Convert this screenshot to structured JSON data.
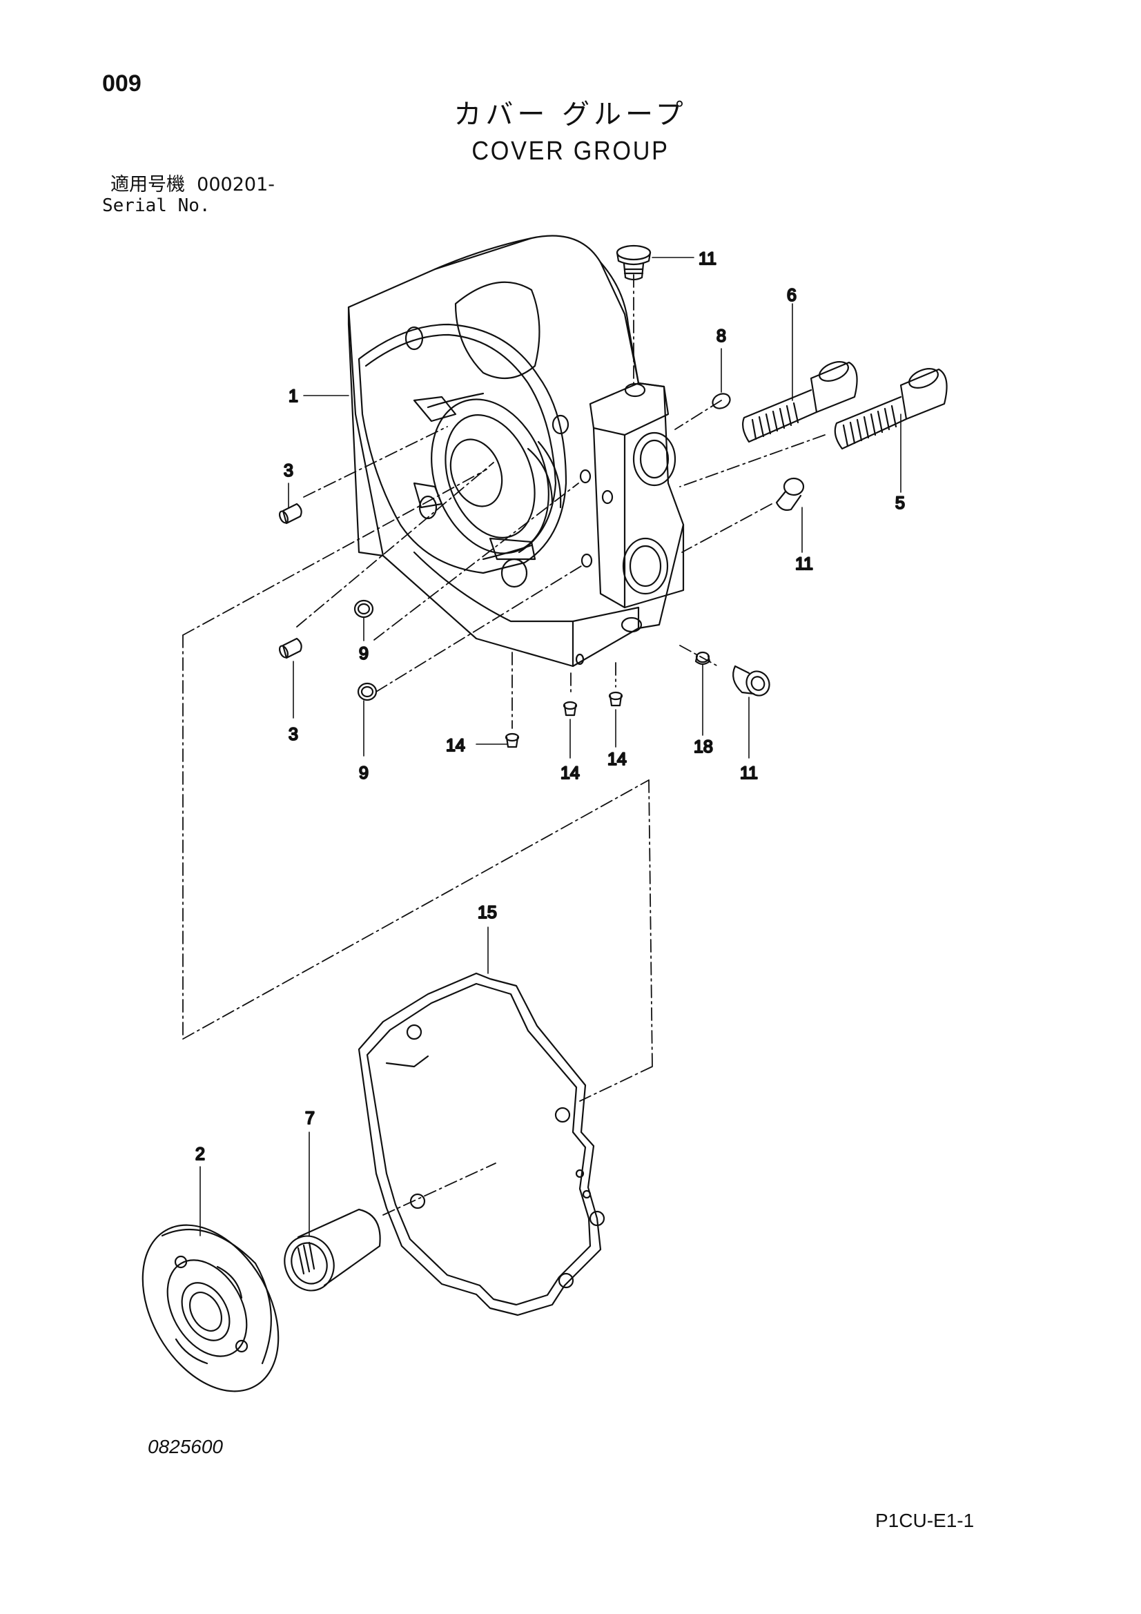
{
  "page_number": "009",
  "title_jp": "カバー グループ",
  "title_en": "COVER GROUP",
  "serial_label_jp": "適用号機",
  "serial_value": "000201-",
  "serial_label_en": "Serial No.",
  "figure_code": "0825600",
  "page_ref": "P1CU-E1-1",
  "callouts": {
    "c1": "1",
    "c2": "2",
    "c3a": "3",
    "c3b": "3",
    "c5": "5",
    "c6": "6",
    "c7": "7",
    "c8": "8",
    "c9a": "9",
    "c9b": "9",
    "c11a": "11",
    "c11b": "11",
    "c11c": "11",
    "c14a": "14",
    "c14b": "14",
    "c14c": "14",
    "c15": "15",
    "c18": "18"
  }
}
